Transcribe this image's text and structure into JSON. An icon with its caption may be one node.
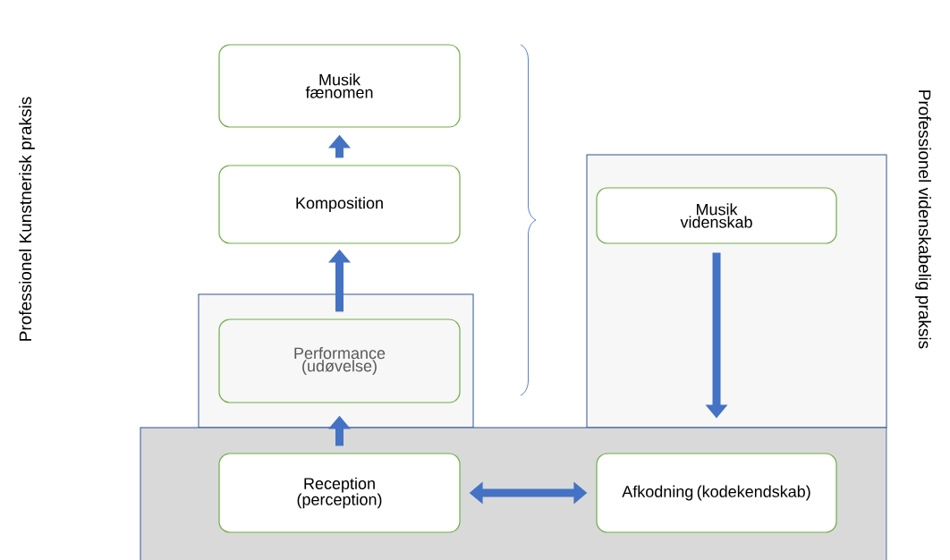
{
  "diagram": {
    "nodes": [
      {
        "text": [
          "Musik fænomen"
        ]
      },
      {
        "text": [
          "Komposition"
        ]
      },
      {
        "text": [],
        "shape": "box"
      },
      {
        "text": [
          "Performance (udøvelse)"
        ],
        "in": 2
      },
      {
        "text": [],
        "shape": "box"
      },
      {
        "text": [
          "Musik videnskab"
        ],
        "in": 4
      },
      {
        "text": [],
        "shape": "box"
      },
      {
        "text": [
          "Reception (perception)"
        ],
        "in": 6
      },
      {
        "text": [
          "Afkodning (kodekendskab)"
        ],
        "in": 6
      }
    ],
    "edges": [
      {
        "from": 1,
        "to": 0,
        "arrow": "to"
      },
      {
        "from": 3,
        "to": 1,
        "arrow": "to"
      },
      {
        "from": 7,
        "to": 3,
        "arrow": "to"
      },
      {
        "from": 7,
        "to": 8,
        "arrow": "both"
      },
      {
        "from": 5,
        "to": 6,
        "arrow": "to"
      }
    ],
    "labels": [
      "Professionel Kunstnerisk praksis",
      "Professionel videnskabelig praksis"
    ]
  }
}
